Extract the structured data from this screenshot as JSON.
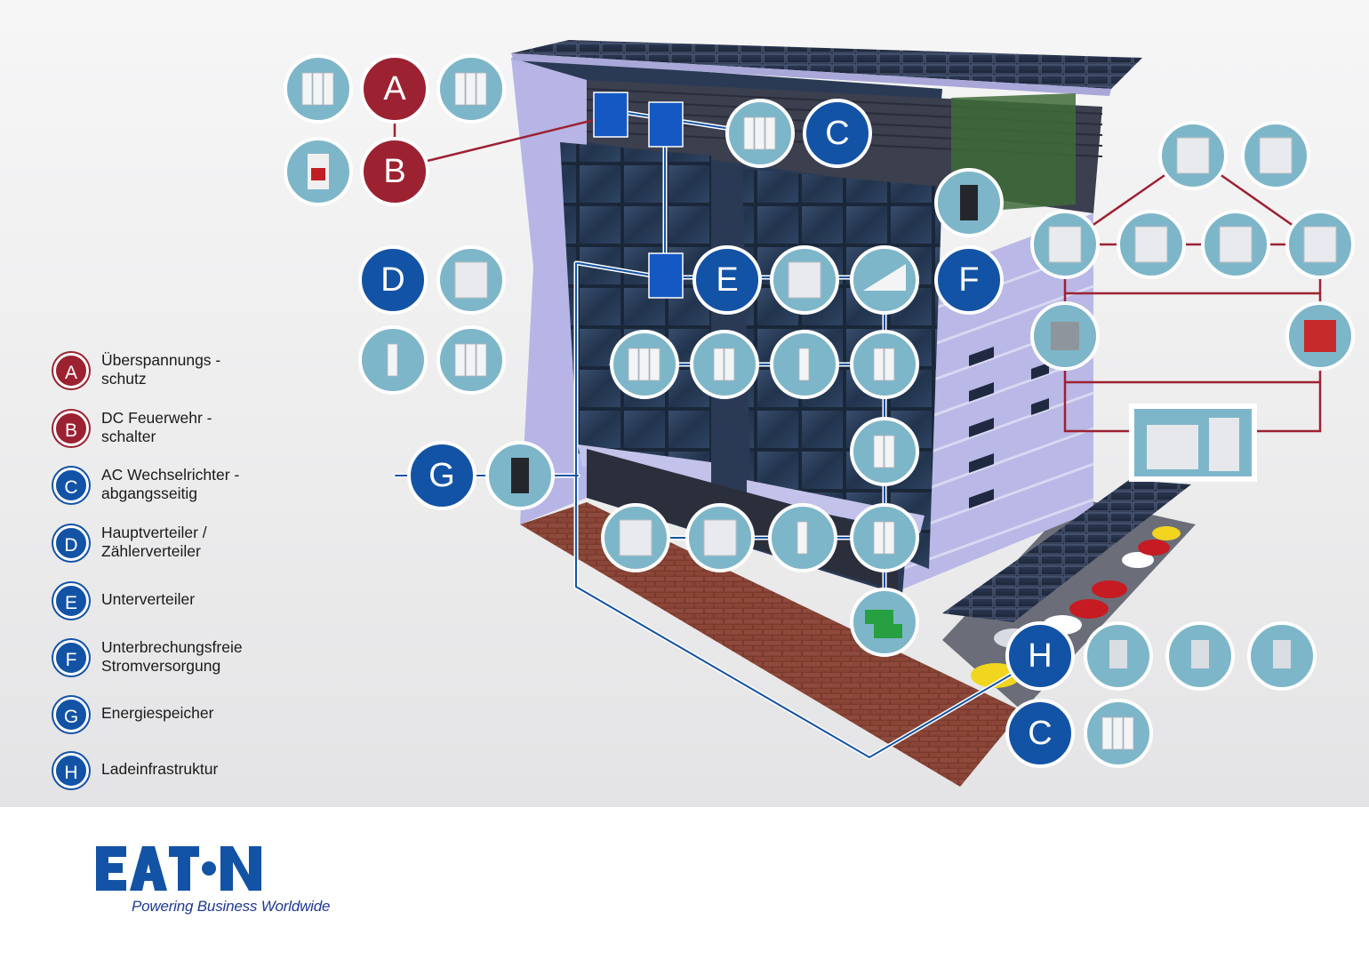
{
  "legend": [
    {
      "letter": "A",
      "color": "red",
      "line1": "Überspannungs -",
      "line2": "schutz"
    },
    {
      "letter": "B",
      "color": "red",
      "line1": "DC Feuerwehr -",
      "line2": "schalter"
    },
    {
      "letter": "C",
      "color": "blue",
      "line1": "AC Wechselrichter -",
      "line2": "abgangsseitig"
    },
    {
      "letter": "D",
      "color": "blue",
      "line1": "Hauptverteiler /",
      "line2": "Zählerverteiler"
    },
    {
      "letter": "E",
      "color": "blue",
      "line1": "Unterverteiler",
      "line2": ""
    },
    {
      "letter": "F",
      "color": "blue",
      "line1": "Unterbrechungsfreie",
      "line2": "Stromversorgung"
    },
    {
      "letter": "G",
      "color": "blue",
      "line1": "Energiespeicher",
      "line2": ""
    },
    {
      "letter": "H",
      "color": "blue",
      "line1": "Ladeinfrastruktur",
      "line2": ""
    }
  ],
  "diagram_badges": {
    "A": "A",
    "B": "B",
    "C": "C",
    "D": "D",
    "E": "E",
    "F": "F",
    "G": "G",
    "H": "H"
  },
  "brand": {
    "name": "EATON",
    "tagline": "Powering Business Worldwide"
  },
  "colors": {
    "red": "#9c2232",
    "blue": "#1353a6",
    "product_circle": "#7eb6c9",
    "building": "#b9b8e6"
  }
}
